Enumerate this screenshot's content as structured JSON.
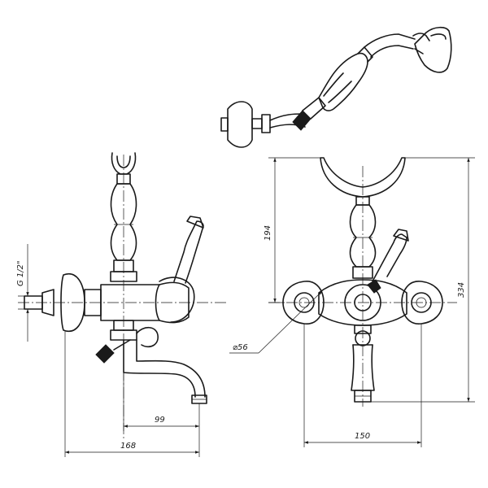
{
  "dimensions": {
    "thread": "G 1/2\"",
    "spout_reach": "99",
    "overall_depth": "168",
    "height_upper": "194",
    "height_total": "334",
    "width_total": "150",
    "rosette_diameter": "⌀56"
  }
}
